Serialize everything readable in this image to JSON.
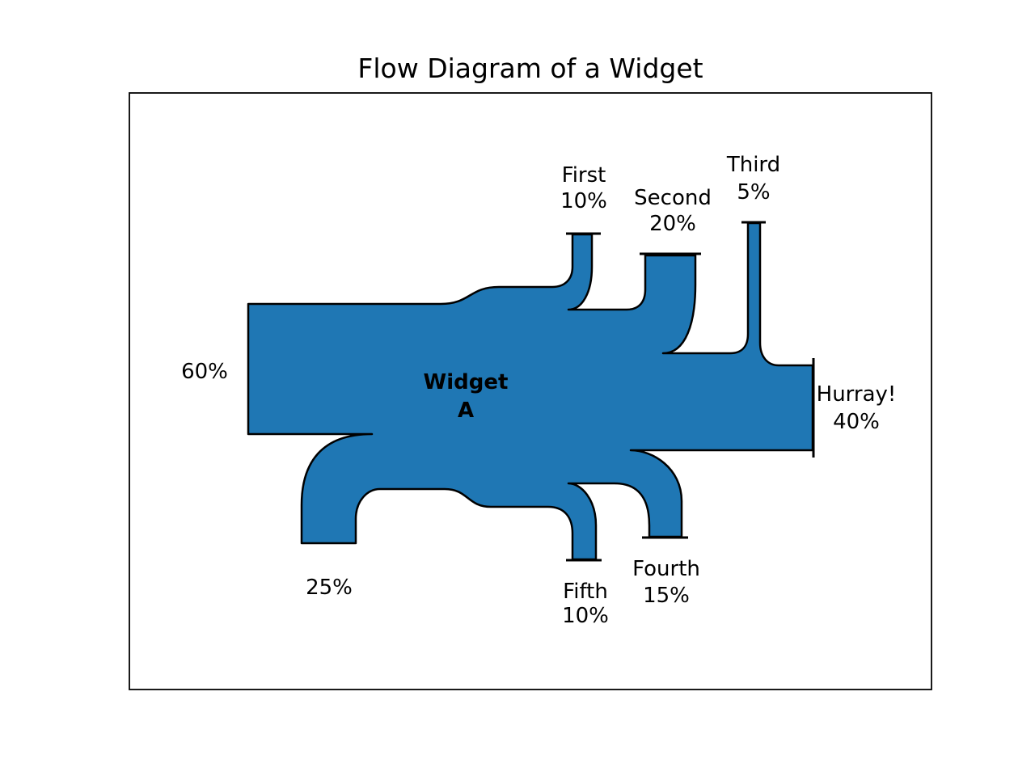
{
  "figure": {
    "title": "Flow Diagram of a Widget"
  },
  "chart_data": {
    "type": "sankey",
    "title": "Flow Diagram of a Widget",
    "unit": "%",
    "trunk_label": "Widget A",
    "flows": [
      {
        "label": "",
        "display": "60%",
        "value": 60,
        "role": "input",
        "orientation": "left"
      },
      {
        "label": "",
        "display": "25%",
        "value": 25,
        "role": "input",
        "orientation": "bottom"
      },
      {
        "label": "First",
        "display": "First 10%",
        "value": -10,
        "role": "output",
        "orientation": "top"
      },
      {
        "label": "Second",
        "display": "Second 20%",
        "value": -20,
        "role": "output",
        "orientation": "top"
      },
      {
        "label": "Third",
        "display": "Third 5%",
        "value": -5,
        "role": "output",
        "orientation": "top"
      },
      {
        "label": "Fourth",
        "display": "Fourth 15%",
        "value": -15,
        "role": "output",
        "orientation": "bottom"
      },
      {
        "label": "Fifth",
        "display": "Fifth 10%",
        "value": -10,
        "role": "output",
        "orientation": "bottom"
      },
      {
        "label": "Hurray!",
        "display": "Hurray! 40%",
        "value": -40,
        "role": "output",
        "orientation": "right",
        "label_color": "#ff0000"
      }
    ],
    "legend_position": "none",
    "grid": false
  },
  "labels": {
    "title": "Flow Diagram of a Widget",
    "widget": {
      "l1": "Widget",
      "l2": "A"
    },
    "input60": "60%",
    "input25": "25%",
    "first": {
      "l1": "First",
      "l2": "10%"
    },
    "second": {
      "l1": "Second",
      "l2": "20%"
    },
    "third": {
      "l1": "Third",
      "l2": "5%"
    },
    "fourth": {
      "l1": "Fourth",
      "l2": "15%"
    },
    "fifth": {
      "l1": "Fifth",
      "l2": "10%"
    },
    "hurray": {
      "l1": "Hurray!",
      "l2": "40%"
    }
  },
  "colors": {
    "flow_fill": "#1f77b4",
    "edge": "#000000",
    "highlight": "#ff0000",
    "background": "#ffffff"
  }
}
